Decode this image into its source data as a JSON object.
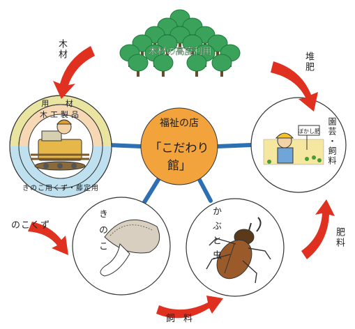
{
  "center": {
    "line1": "福祉の店",
    "line2": "「こだわり館」"
  },
  "forest": {
    "label": "木材の高度利用"
  },
  "arrows": {
    "wood": "木材",
    "compost": "堆肥",
    "sawdust": "のこくず",
    "feed": "飼料",
    "fertilizer": "肥料"
  },
  "nodes": {
    "woodwork": {
      "outer_ring": "用 材",
      "middle_ring": "木工製品",
      "inner_ring": "きのこ用くず・藤定用",
      "sign_text": ""
    },
    "garden": {
      "label": "園芸・飼料",
      "sign_text": "ぼかし肥"
    },
    "mushroom": {
      "label": "きのこ"
    },
    "beetle": {
      "label": "かぶと虫"
    }
  },
  "colors": {
    "arrow": "#e0301f",
    "center": "#f2a33c",
    "connector": "#2c6fb3",
    "tree": "#3aa25a",
    "tree_dark": "#1e7a3c",
    "ring_outer": "#e9e4a0",
    "ring_middle": "#f6d8b5",
    "ring_inner": "#bfe0ef"
  }
}
